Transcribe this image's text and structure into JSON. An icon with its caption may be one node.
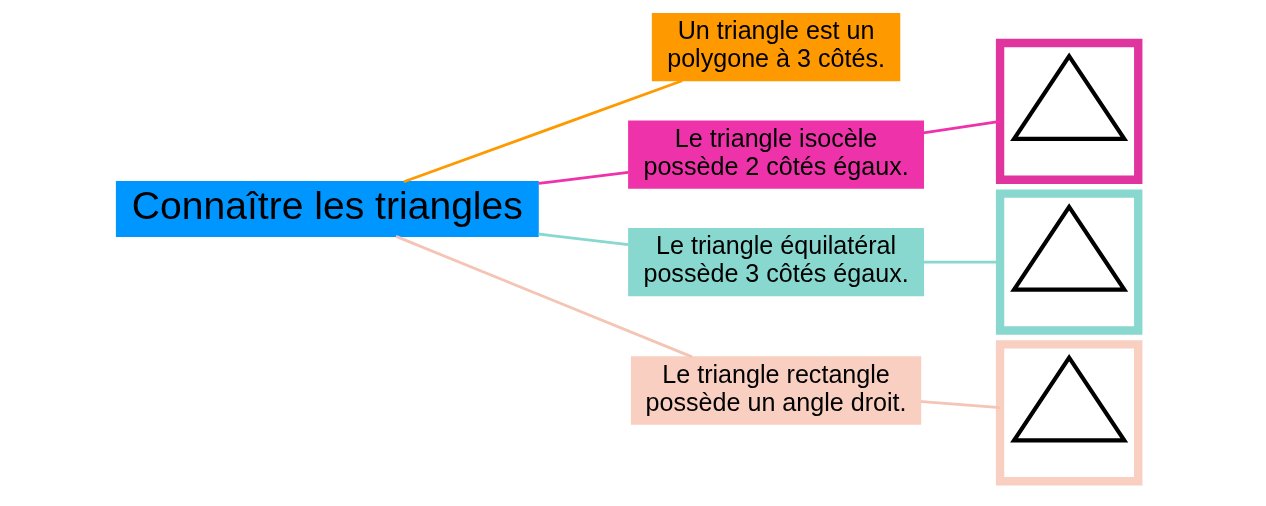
{
  "diagram": {
    "nodes": [
      {
        "text": [
          "Connaître les triangles"
        ]
      },
      {
        "text": [
          "Un triangle est un polygone à 3 côtés."
        ]
      },
      {
        "text": [
          "Le triangle isocèle possède 2 côtés égaux."
        ]
      },
      {
        "text": [],
        "shape": "box"
      },
      {
        "text": [],
        "shape": "triangle",
        "in": 3
      },
      {
        "text": [
          "Le triangle équilatéral possède 3 côtés égaux."
        ]
      },
      {
        "text": [],
        "shape": "box"
      },
      {
        "text": [],
        "shape": "triangle",
        "in": 6
      },
      {
        "text": [
          "Le triangle rectangle possède un angle droit."
        ]
      },
      {
        "text": [],
        "shape": "box"
      },
      {
        "text": [],
        "shape": "triangle",
        "in": 9
      }
    ],
    "edges": [
      {
        "from": 0,
        "to": 1,
        "arrow": "none",
        "color": "#ff9900"
      },
      {
        "from": 0,
        "to": 2,
        "arrow": "none",
        "color": "#ee33aa"
      },
      {
        "from": 2,
        "to": 3,
        "arrow": "none",
        "color": "#ee33aa"
      },
      {
        "from": 0,
        "to": 5,
        "arrow": "none",
        "color": "#88d8d0"
      },
      {
        "from": 5,
        "to": 6,
        "arrow": "none",
        "color": "#88d8d0"
      },
      {
        "from": 0,
        "to": 8,
        "arrow": "none",
        "color": "#f4c4b4"
      },
      {
        "from": 8,
        "to": 9,
        "arrow": "none",
        "color": "#f4c4b4"
      }
    ]
  }
}
